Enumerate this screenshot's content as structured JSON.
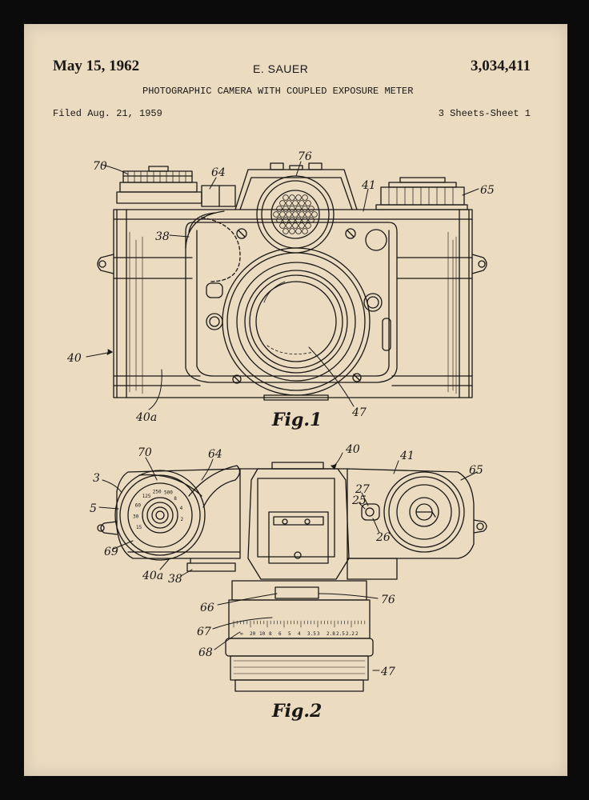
{
  "header": {
    "date": "May 15, 1962",
    "inventor": "E. SAUER",
    "patent_number": "3,034,411",
    "title": "PHOTOGRAPHIC CAMERA WITH COUPLED EXPOSURE METER",
    "filed": "Filed Aug. 21, 1959",
    "sheets": "3 Sheets-Sheet 1"
  },
  "figure1": {
    "caption": "Fig.1",
    "refs": {
      "r70": "70",
      "r64": "64",
      "r76": "76",
      "r41": "41",
      "r65": "65",
      "r38": "38",
      "r40": "40",
      "r40a": "40a",
      "r47": "47"
    }
  },
  "figure2": {
    "caption": "Fig.2",
    "refs": {
      "r70": "70",
      "r64": "64",
      "r40": "40",
      "r41": "41",
      "r65": "65",
      "r3": "3",
      "r5": "5",
      "r69": "69",
      "r40a": "40a",
      "r38": "38",
      "r27": "27",
      "r25": "25",
      "r26": "26",
      "r66": "66",
      "r76": "76",
      "r67": "67",
      "r68": "68",
      "r47": "47"
    },
    "dial_numbers": [
      "15",
      "30",
      "60",
      "125",
      "250",
      "500",
      "8",
      "4",
      "2"
    ],
    "lens_scale": [
      "∞",
      "20",
      "10",
      "8",
      "6",
      "5",
      "4",
      "3.5",
      "3",
      "2.8",
      "2.5",
      "2.2",
      "2"
    ]
  },
  "colors": {
    "paper": "#eadbc1",
    "ink": "#1a1714",
    "frame": "#0b0b0b"
  }
}
